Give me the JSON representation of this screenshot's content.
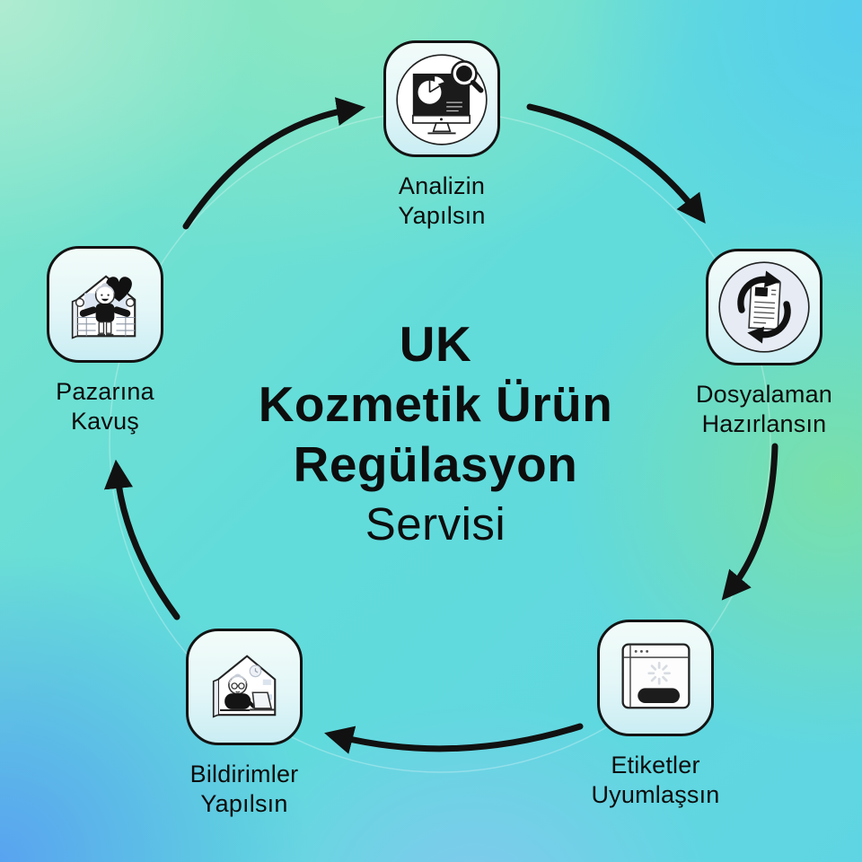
{
  "title": {
    "lines": [
      "UK",
      "Kozmetik Ürün",
      "Regülasyon"
    ],
    "subtitle": "Servisi"
  },
  "steps": [
    {
      "id": "analysis",
      "label_line1": "Analizin",
      "label_line2": "Yapılsın",
      "icon": "monitor-piechart-magnifier-icon"
    },
    {
      "id": "dossier",
      "label_line1": "Dosyalaman",
      "label_line2": "Hazırlansın",
      "icon": "document-refresh-icon"
    },
    {
      "id": "labels",
      "label_line1": "Etiketler",
      "label_line2": "Uyumlaşsın",
      "icon": "browser-label-loading-icon"
    },
    {
      "id": "notification",
      "label_line1": "Bildirimler",
      "label_line2": "Yapılsın",
      "icon": "person-working-home-icon"
    },
    {
      "id": "market",
      "label_line1": "Pazarına",
      "label_line2": "Kavuş",
      "icon": "person-house-heart-icon"
    }
  ],
  "colors": {
    "arrow": "#111111",
    "text": "#0c0c0c",
    "card_border": "#131313",
    "bg_turquoise": "#62dcda",
    "bg_mint": "#8fe8c0",
    "bg_sky_blue": "#55cdee",
    "bg_blue": "#58a0f1",
    "bg_green": "#7be0a5"
  }
}
